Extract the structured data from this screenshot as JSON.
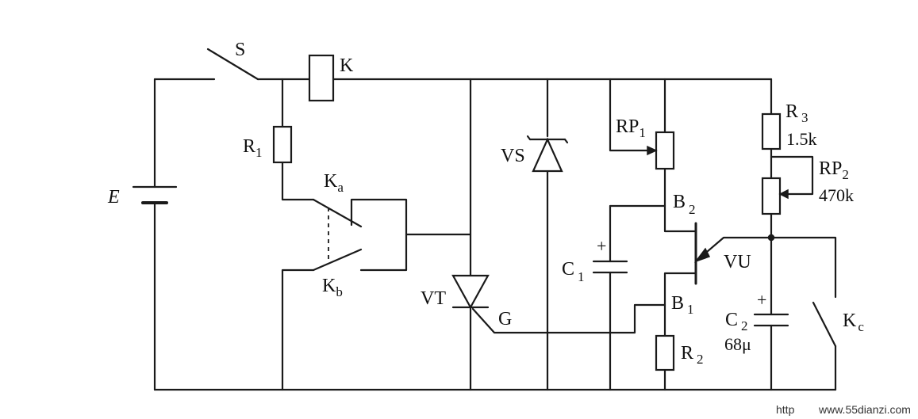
{
  "labels": {
    "S": "S",
    "K": "K",
    "E": "E",
    "R1": "R",
    "R1_sub": "1",
    "Ka": "K",
    "Ka_sub": "a",
    "Kb": "K",
    "Kb_sub": "b",
    "VS": "VS",
    "VT": "VT",
    "G": "G",
    "RP1": "RP",
    "RP1_sub": "1",
    "C1": "C",
    "C1_sub": "1",
    "B2": "B",
    "B2_sub": "2",
    "B1": "B",
    "B1_sub": "1",
    "VU": "VU",
    "R2": "R",
    "R2_sub": "2",
    "R3": "R",
    "R3_sub": "3",
    "R3_value": "1.5k",
    "RP2": "RP",
    "RP2_sub": "2",
    "RP2_value": "470k",
    "C2": "C",
    "C2_sub": "2",
    "C2_value": "68μ",
    "Kc": "K",
    "Kc_sub": "c",
    "plus": "+"
  },
  "watermark": {
    "left": "http",
    "right": "www.55dianzi.com"
  }
}
